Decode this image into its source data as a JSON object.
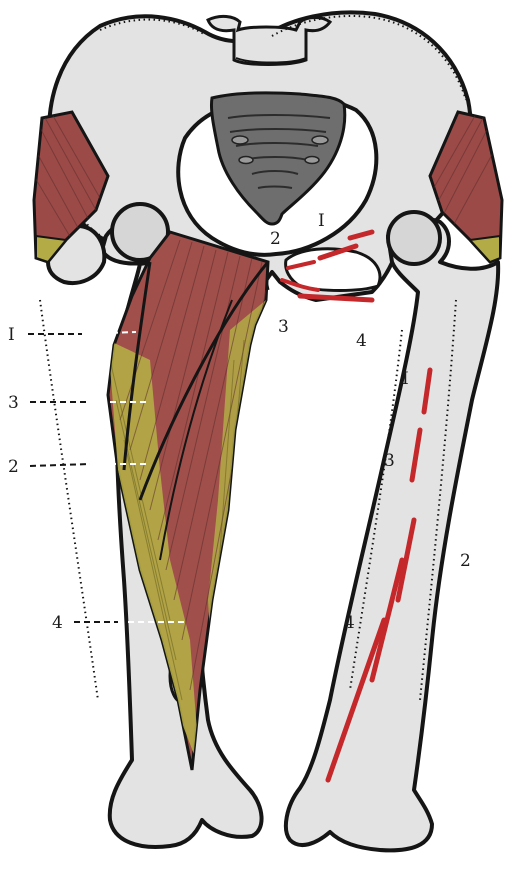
{
  "colors": {
    "bone": "#e3e3e3",
    "outline": "#151515",
    "muscle": "#9c4a47",
    "tendon": "#b3ac46",
    "sacrum": "#6e6e6e",
    "attachment_line": "#c4282b",
    "leader_line": "#ffffff"
  },
  "labels": {
    "pelvis_inner": "I",
    "pubis_inner": "2",
    "pubis_below": "3",
    "ischium_below": "4",
    "left_1": "I",
    "left_3": "3",
    "left_2": "2",
    "left_4": "4",
    "right_1": "I",
    "right_3": "3",
    "right_2": "2",
    "right_4": "4"
  }
}
